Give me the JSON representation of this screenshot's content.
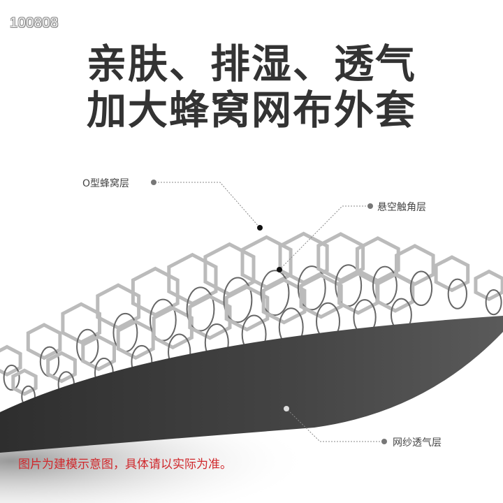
{
  "watermark": "100808",
  "title": {
    "line1": "亲肤、排湿、透气",
    "line2": "加大蜂窝网布外套"
  },
  "labels": {
    "honeycomb_layer": "O型蜂窝层",
    "suspended_layer": "悬空触角层",
    "mesh_layer": "网纱透气层"
  },
  "note": "图片为建模示意图，具体请以实际为准。",
  "colors": {
    "title": "#333333",
    "note": "#d0282c",
    "sheet": "#3a3a3a"
  }
}
